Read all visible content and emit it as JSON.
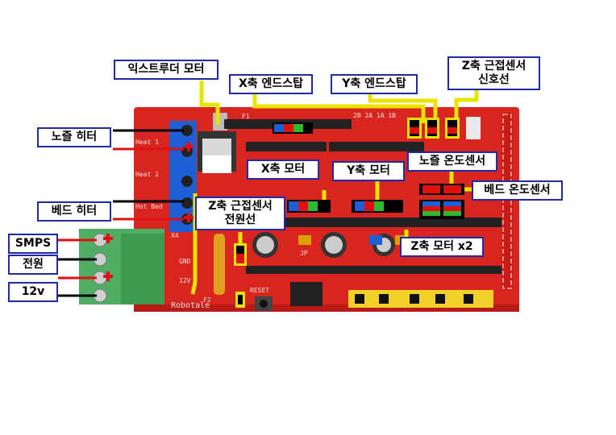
{
  "labels": {
    "extruder_motor": "익스트루더 모터",
    "x_endstop": "X축 엔드스탑",
    "y_endstop": "Y축 엔드스탑",
    "z_prox_signal_1": "Z축 근접센서",
    "z_prox_signal_2": "신호선",
    "nozzle_heater": "노즐 히터",
    "bed_heater": "베드 히터",
    "nozzle_temp_sensor": "노즐 온도센서",
    "bed_temp_sensor": "베드 온도센서",
    "x_motor": "X축 모터",
    "y_motor": "Y축 모터",
    "z_prox_power_1": "Z축 근접센서",
    "z_prox_power_2": "전원선",
    "z_motor": "Z축 모터 x2",
    "smps": "SMPS",
    "power": "전원",
    "voltage": "12v"
  },
  "board": {
    "brand": "Robotale",
    "silk_top": "2B 2A 1A 1B",
    "silk_heat1": "Heat 1",
    "silk_heat2": "Heat 2",
    "silk_hotbed": "Hot Bed",
    "silk_f1": "F1",
    "silk_f2": "F2",
    "silk_x4": "X4",
    "silk_gnd": "GND",
    "silk_12v": "12V",
    "silk_jp": "JP",
    "silk_reset": "RESET"
  },
  "colors": {
    "board": "#d9251f",
    "terminal_green": "#4fae63",
    "terminal_blue": "#1f5fd6",
    "label_border": "#1f2aa8",
    "wire_yellow": "#e8e400",
    "wire_red": "#e01010",
    "wire_black": "#000000"
  }
}
